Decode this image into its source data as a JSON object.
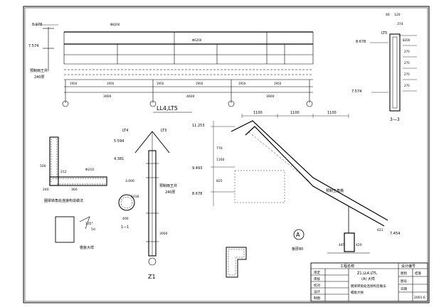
{
  "labels": {
    "level_8978": "8.978",
    "level_7574_left": "7.574",
    "precast_lintel": "预制雨王井",
    "thickness_240": "240厚",
    "dims_top": [
      "1950",
      "1950",
      "1950",
      "1950",
      "1950",
      "1950"
    ],
    "dims_bottom": [
      "3900",
      "4600",
      "3900"
    ],
    "rebar_8200": "Φ8200",
    "rebar_6200": "Φ6200",
    "view_ll4_lt5": "LL4,LT5",
    "lt5_top_dim": "46",
    "lt5_top_dim2": "120",
    "lt5_label": "LT5",
    "lt5_dims": [
      "374",
      "8200",
      "270",
      "270",
      "270",
      "270"
    ],
    "level_8678": "8.678",
    "level_7574_right": "7.574",
    "section_33": "3—3",
    "corner_detail": "圈梁转角处连接构造做法",
    "dim_500": "500",
    "dim_240": "240",
    "dim_360": "360",
    "dim_212": "212",
    "rebar_210": "Φ210",
    "eave_detail": "檐板大样",
    "dim_5d": "5d",
    "dim_135": "135°",
    "lt4": "LT4",
    "lt3": "LT3",
    "level_5594": "5.594",
    "level_4381": "4.381",
    "dim_3000": "3000",
    "level_3000": "3.000",
    "dim_1016": "1016",
    "dim_400": "400",
    "section_11": "1—1",
    "z1": "Z1",
    "level_11253": "11.253",
    "level_9493": "9.493",
    "level_8678_mid": "8.678",
    "dims_1100": [
      "1100",
      "1100",
      "1100"
    ],
    "dim_770": "770",
    "dim_1160": "1160",
    "dim_825": "825",
    "dim_445": "445",
    "dim_420": "420",
    "dim_621": "621",
    "level_7454": "7.454",
    "circle_a": "A",
    "detail_a_note": "板厚80",
    "precast_edge": "预制王角檐",
    "title_block": {
      "project_name": "工程名称",
      "drawing_no_label": "设计编号",
      "content_line1": "Z1,LL4,LT5,",
      "content_line2": "(A) 大样",
      "content_line3": "圈梁转角处连接构造做法",
      "content_line4": "檐板大样",
      "sheet_label": "图别",
      "sheet_value": "结施",
      "number_label": "图号",
      "date_label": "日期",
      "date_value": "2001.6",
      "sign_rows": [
        "审定",
        "审核",
        "校对",
        "设计",
        "制图"
      ]
    }
  }
}
